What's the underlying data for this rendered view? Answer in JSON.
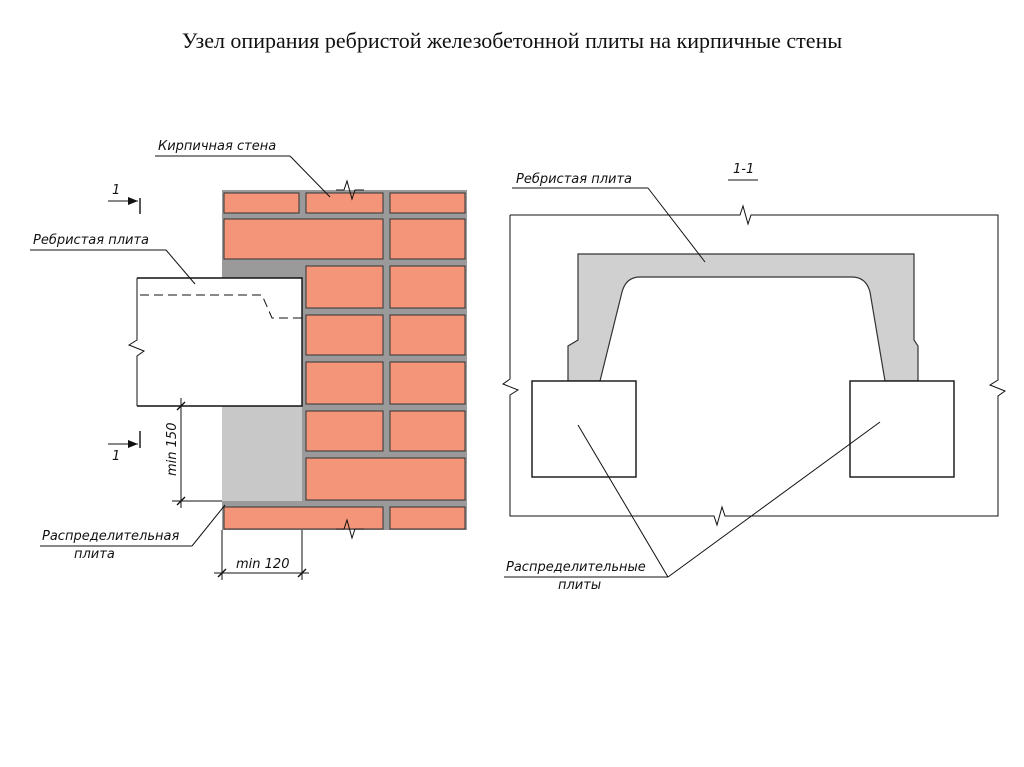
{
  "title": "Узел опирания ребристой железобетонной плиты на кирпичные стены",
  "left_view": {
    "label_wall": "Кирпичная стена",
    "label_slab": "Ребристая плита",
    "label_plate_line1": "Распределительная",
    "label_plate_line2": "плита",
    "section_mark_top": "1",
    "section_mark_bottom": "1",
    "dim_vertical": "min 150",
    "dim_horizontal": "min 120"
  },
  "right_view": {
    "section_title": "1-1",
    "label_slab": "Ребристая плита",
    "label_plates_line1": "Распределительные",
    "label_plates_line2": "плиты"
  },
  "colors": {
    "brick": "#F4957A",
    "mortar": "#9A9A9A",
    "concrete": "#D0D0D0"
  }
}
